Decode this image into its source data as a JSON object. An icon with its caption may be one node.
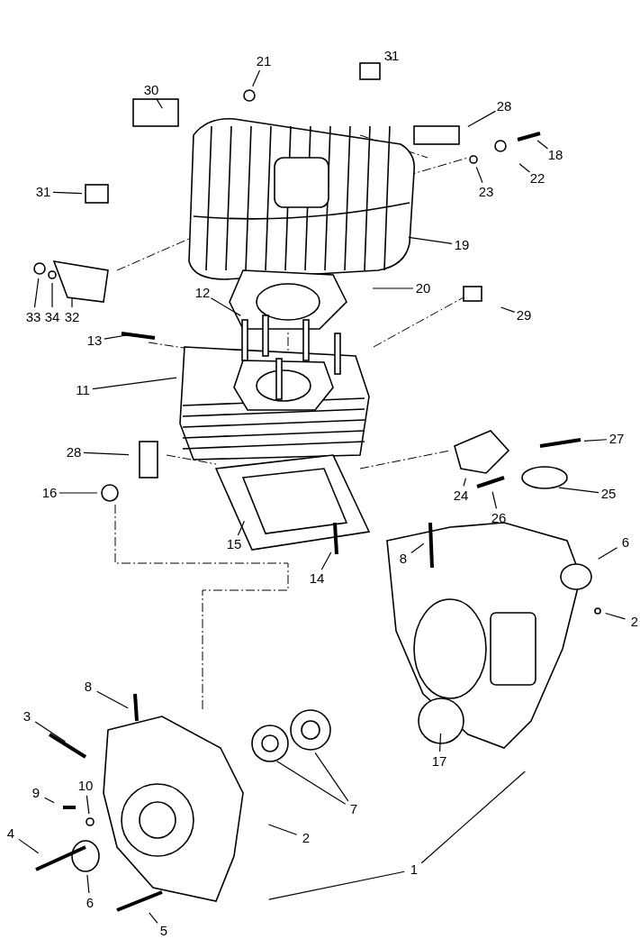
{
  "diagram": {
    "nodes": [
      {
        "text": [
          "31"
        ]
      },
      {
        "text": [
          "21"
        ]
      },
      {
        "text": [
          "30"
        ]
      },
      {
        "text": [
          "28"
        ]
      },
      {
        "text": [
          "18"
        ]
      },
      {
        "text": [
          "22"
        ]
      },
      {
        "text": [
          "31"
        ]
      },
      {
        "text": [
          "23"
        ]
      },
      {
        "text": [
          "19"
        ]
      },
      {
        "text": [
          "20"
        ]
      },
      {
        "text": [
          "12"
        ]
      },
      {
        "text": [
          "29"
        ]
      },
      {
        "text": [
          "33"
        ]
      },
      {
        "text": [
          "34"
        ]
      },
      {
        "text": [
          "32"
        ]
      },
      {
        "text": [
          "13"
        ]
      },
      {
        "text": [
          "11"
        ]
      },
      {
        "text": [
          "27"
        ]
      },
      {
        "text": [
          "28"
        ]
      },
      {
        "text": [
          "16"
        ]
      },
      {
        "text": [
          "25"
        ]
      },
      {
        "text": [
          "24"
        ]
      },
      {
        "text": [
          "26"
        ]
      },
      {
        "text": [
          "6"
        ]
      },
      {
        "text": [
          "15"
        ]
      },
      {
        "text": [
          "8"
        ]
      },
      {
        "text": [
          "14"
        ]
      },
      {
        "text": [
          "2"
        ]
      },
      {
        "text": [
          "8"
        ]
      },
      {
        "text": [
          "3"
        ]
      },
      {
        "text": [
          "17"
        ]
      },
      {
        "text": [
          "10"
        ]
      },
      {
        "text": [
          "9"
        ]
      },
      {
        "text": [
          "7"
        ]
      },
      {
        "text": [
          "2"
        ]
      },
      {
        "text": [
          "4"
        ]
      },
      {
        "text": [
          "1"
        ]
      },
      {
        "text": [
          "6"
        ]
      },
      {
        "text": [
          "5"
        ]
      }
    ],
    "edges": [
      {
        "from": 0,
        "to": null,
        "arrow": "none"
      },
      {
        "from": 1,
        "to": null,
        "arrow": "none"
      },
      {
        "from": 2,
        "to": null,
        "arrow": "none"
      },
      {
        "from": 3,
        "to": null,
        "arrow": "none"
      },
      {
        "from": 4,
        "to": null,
        "arrow": "none"
      },
      {
        "from": 5,
        "to": null,
        "arrow": "none"
      },
      {
        "from": 6,
        "to": null,
        "arrow": "none"
      },
      {
        "from": 7,
        "to": null,
        "arrow": "none"
      },
      {
        "from": 8,
        "to": null,
        "arrow": "none"
      },
      {
        "from": 9,
        "to": null,
        "arrow": "none"
      },
      {
        "from": 10,
        "to": null,
        "arrow": "none"
      },
      {
        "from": 11,
        "to": null,
        "arrow": "none"
      },
      {
        "from": 12,
        "to": null,
        "arrow": "none"
      },
      {
        "from": 13,
        "to": null,
        "arrow": "none"
      },
      {
        "from": 14,
        "to": null,
        "arrow": "none"
      },
      {
        "from": 15,
        "to": null,
        "arrow": "none"
      },
      {
        "from": 16,
        "to": null,
        "arrow": "none"
      },
      {
        "from": 17,
        "to": null,
        "arrow": "none"
      },
      {
        "from": 18,
        "to": null,
        "arrow": "none"
      },
      {
        "from": 19,
        "to": null,
        "arrow": "none"
      },
      {
        "from": 20,
        "to": null,
        "arrow": "none"
      },
      {
        "from": 21,
        "to": null,
        "arrow": "none"
      },
      {
        "from": 22,
        "to": null,
        "arrow": "none"
      },
      {
        "from": 23,
        "to": null,
        "arrow": "none"
      },
      {
        "from": 24,
        "to": null,
        "arrow": "none"
      },
      {
        "from": 25,
        "to": null,
        "arrow": "none"
      },
      {
        "from": 26,
        "to": null,
        "arrow": "none"
      },
      {
        "from": 27,
        "to": null,
        "arrow": "none"
      },
      {
        "from": 28,
        "to": null,
        "arrow": "none"
      },
      {
        "from": 29,
        "to": null,
        "arrow": "none"
      },
      {
        "from": 30,
        "to": null,
        "arrow": "none"
      },
      {
        "from": 31,
        "to": null,
        "arrow": "none"
      },
      {
        "from": 32,
        "to": null,
        "arrow": "none"
      },
      {
        "from": 33,
        "to": null,
        "arrow": "none"
      },
      {
        "from": 33,
        "to": null,
        "arrow": "none"
      },
      {
        "from": 34,
        "to": null,
        "arrow": "none"
      },
      {
        "from": 35,
        "to": null,
        "arrow": "none"
      },
      {
        "from": 36,
        "to": null,
        "arrow": "none"
      },
      {
        "from": 36,
        "to": null,
        "arrow": "none"
      },
      {
        "from": 37,
        "to": null,
        "arrow": "none"
      },
      {
        "from": 38,
        "to": null,
        "arrow": "none"
      }
    ]
  }
}
